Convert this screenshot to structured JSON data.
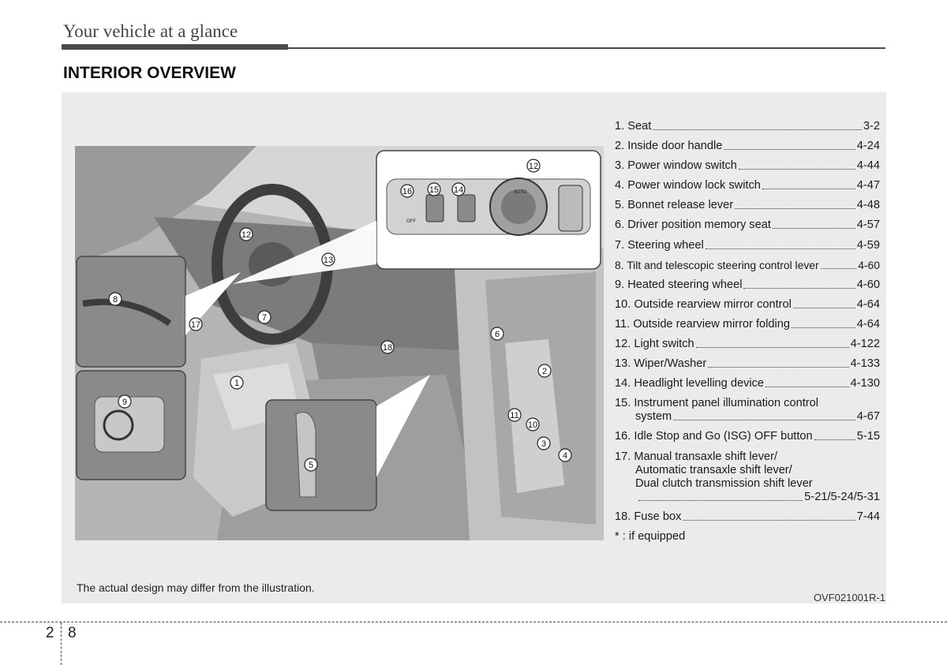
{
  "header": {
    "section_title": "Your vehicle at a glance",
    "heading": "INTERIOR OVERVIEW"
  },
  "toc": {
    "items": [
      {
        "label": "1. Seat",
        "page": "3-2"
      },
      {
        "label": "2. Inside door handle",
        "page": "4-24"
      },
      {
        "label": "3. Power window switch",
        "page": "4-44"
      },
      {
        "label": "4. Power window lock switch",
        "page": "4-47"
      },
      {
        "label": "5. Bonnet release lever",
        "page": "4-48"
      },
      {
        "label": "6. Driver position memory seat",
        "page": "4-57"
      },
      {
        "label": "7. Steering wheel",
        "page": "4-59"
      },
      {
        "label": "8. Tilt and telescopic steering control lever",
        "page": "4-60"
      },
      {
        "label": "9. Heated steering wheel",
        "page": "4-60"
      },
      {
        "label": "10. Outside rearview mirror control",
        "page": "4-64"
      },
      {
        "label": "11. Outside rearview mirror folding",
        "page": "4-64"
      },
      {
        "label": "12. Light switch",
        "page": "4-122"
      },
      {
        "label": "13. Wiper/Washer",
        "page": "4-133"
      },
      {
        "label": "14. Headlight levelling device",
        "page": "4-130"
      },
      {
        "label": "15. Instrument panel illumination control",
        "label2": "system",
        "page": "4-67"
      },
      {
        "label": "16. Idle Stop and Go (ISG) OFF button",
        "page": "5-15"
      },
      {
        "label": "17. Manual transaxle shift lever/",
        "label2": "Automatic transaxle shift lever/",
        "label3": "Dual clutch transmission shift lever",
        "page": "5-21/5-24/5-31"
      },
      {
        "label": "18. Fuse box",
        "page": "7-44"
      }
    ],
    "note": "* : if equipped"
  },
  "illustration": {
    "callouts": [
      "1",
      "2",
      "3",
      "4",
      "5",
      "6",
      "7",
      "8",
      "9",
      "10",
      "11",
      "12",
      "13",
      "14",
      "15",
      "16",
      "17",
      "18"
    ],
    "switch_labels": {
      "auto": "AUTO",
      "off": "OFF"
    }
  },
  "footer": {
    "disclaimer": "The actual design may differ from the illustration.",
    "code": "OVF021001R-1",
    "chapter": "2",
    "page": "8"
  }
}
